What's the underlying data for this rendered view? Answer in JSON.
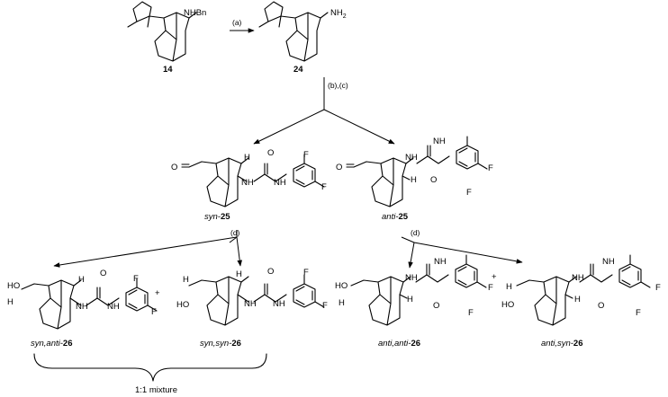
{
  "reagents": {
    "a": "(a)",
    "bc": "(b),(c)",
    "d1": "(d)",
    "d2": "(d)"
  },
  "compounds": {
    "c14": "14",
    "c24": "24",
    "syn25_prefix": "syn-",
    "syn25_num": "25",
    "anti25_prefix": "anti-",
    "anti25_num": "25",
    "sa26_prefix": "syn,anti-",
    "sa26_num": "26",
    "ss26_prefix": "syn,syn-",
    "ss26_num": "26",
    "aa26_prefix": "anti,anti-",
    "aa26_num": "26",
    "as26_prefix": "anti,syn-",
    "as26_num": "26"
  },
  "atoms": {
    "nhbn": "NHBn",
    "nh2_n": "NH",
    "nh2_sub": "2",
    "o": "O",
    "h": "H",
    "nh": "NH",
    "n": "N",
    "f": "F",
    "ho": "HO",
    "plus": "+"
  },
  "note": "1:1 mixture"
}
